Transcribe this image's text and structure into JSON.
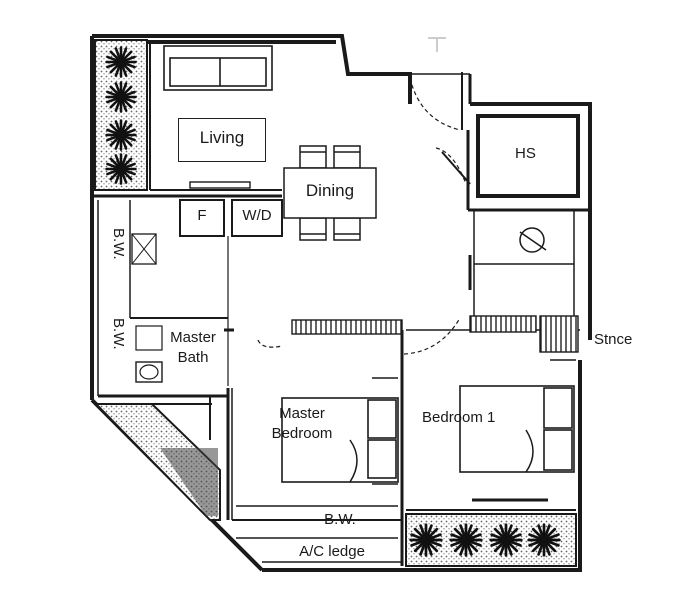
{
  "plan": {
    "labels": {
      "living": "Living",
      "dining": "Dining",
      "hs": "HS",
      "fridge": "F",
      "washer_dryer": "W/D",
      "bw_left_top": "B.W.",
      "bw_left_bottom": "B.W.",
      "master_bath_line1": "Master",
      "master_bath_line2": "Bath",
      "master_bedroom_line1": "Master",
      "master_bedroom_line2": "Bedroom",
      "bedroom1": "Bedroom 1",
      "bw_bottom": "B.W.",
      "ac_ledge": "A/C ledge",
      "stnce": "Stnce"
    },
    "colors": {
      "wall": "#1a1a1a",
      "planter": "#555555",
      "paper": "#ffffff"
    }
  }
}
